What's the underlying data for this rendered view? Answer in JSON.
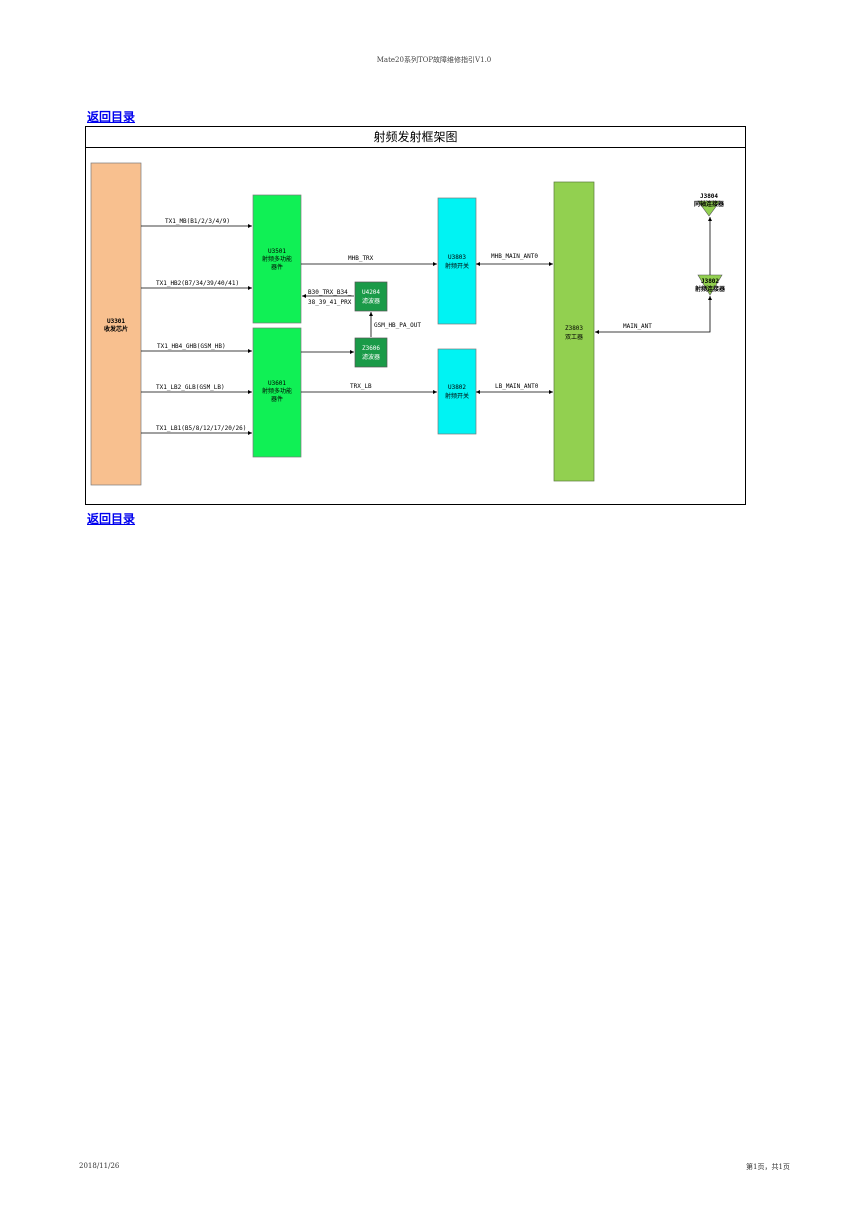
{
  "header": {
    "text": "Mate20系列TOP故障维修指引V1.0"
  },
  "links": {
    "back_top": "返回目录",
    "back_bottom": "返回目录"
  },
  "diagram": {
    "title": "射频发射框架图",
    "blocks": {
      "u3301": {
        "id": "U3301",
        "name": "收发芯片"
      },
      "u3501": {
        "id": "U3501",
        "name1": "射频多功能",
        "name2": "器件"
      },
      "u3601": {
        "id": "U3601",
        "name1": "射频多功能",
        "name2": "器件"
      },
      "u4204": {
        "id": "U4204",
        "name": "滤波器"
      },
      "z3606": {
        "id": "Z3606",
        "name": "滤波器"
      },
      "u3803": {
        "id": "U3803",
        "name": "射频开关"
      },
      "u3802": {
        "id": "U3802",
        "name": "射频开关"
      },
      "z3803": {
        "id": "Z3803",
        "name": "双工器"
      },
      "j3804": {
        "id": "J3804",
        "name": "同轴连接器"
      },
      "j3802": {
        "id": "J3802",
        "name": "射频连接器"
      }
    },
    "signals": {
      "tx1_mb": "TX1_MB(B1/2/3/4/9)",
      "tx1_hb2": "TX1_HB2(B7/34/39/40/41)",
      "tx1_hb4": "TX1_HB4_GHB(GSM_HB)",
      "tx1_lb2": "TX1_LB2_GLB(GSM_LB)",
      "tx1_lb1": "TX1_LB1(B5/8/12/17/20/26)",
      "mhb_trx": "MHB_TRX",
      "b30_1": "B30_TRX_B34_",
      "b30_2": "38_39_41_PRX",
      "gsm_hb_pa_out": "GSM_HB_PA_OUT",
      "trx_lb": "TRX_LB",
      "mhb_main_ant0": "MHB_MAIN_ANT0",
      "lb_main_ant0": "LB_MAIN_ANT0",
      "main_ant": "MAIN_ANT"
    },
    "colors": {
      "transceiver": "#f8c08f",
      "multifunction": "#10f055",
      "filter": "#1a9a48",
      "switch": "#00f3f3",
      "duplexer": "#92d050",
      "connector": "#92d050"
    }
  },
  "footer": {
    "date": "2018/11/26",
    "page": "第1页，共1页"
  }
}
